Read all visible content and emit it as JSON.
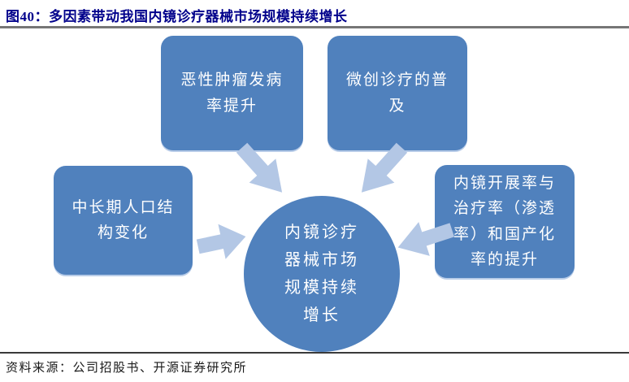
{
  "figure": {
    "title": "图40：多因素带动我国内镜诊疗器械市场规模持续增长",
    "source": "资料来源：公司招股书、开源证券研究所"
  },
  "diagram": {
    "type": "hub-and-spoke",
    "center_label": "内镜诊疗器械市场规模持续增长",
    "factors": [
      {
        "position": "top-left",
        "label": "恶性肿瘤发病率提升"
      },
      {
        "position": "top-right",
        "label": "微创诊疗的普及"
      },
      {
        "position": "left",
        "label": "中长期人口结构变化"
      },
      {
        "position": "right",
        "label": "内镜开展率与治疗率（渗透率）和国产化率的提升"
      }
    ],
    "arrow_directions": [
      "down-right",
      "down-left",
      "right",
      "left"
    ]
  },
  "colors": {
    "box_fill": "#5081BD",
    "arrow_fill": "#B3C7E5",
    "box_text": "#FFFFFF",
    "title_text": "#00008B",
    "source_text": "#1A1A1A",
    "title_rule": "#767676",
    "source_rule": "#3A3A3A",
    "background": "#FFFFFF"
  }
}
